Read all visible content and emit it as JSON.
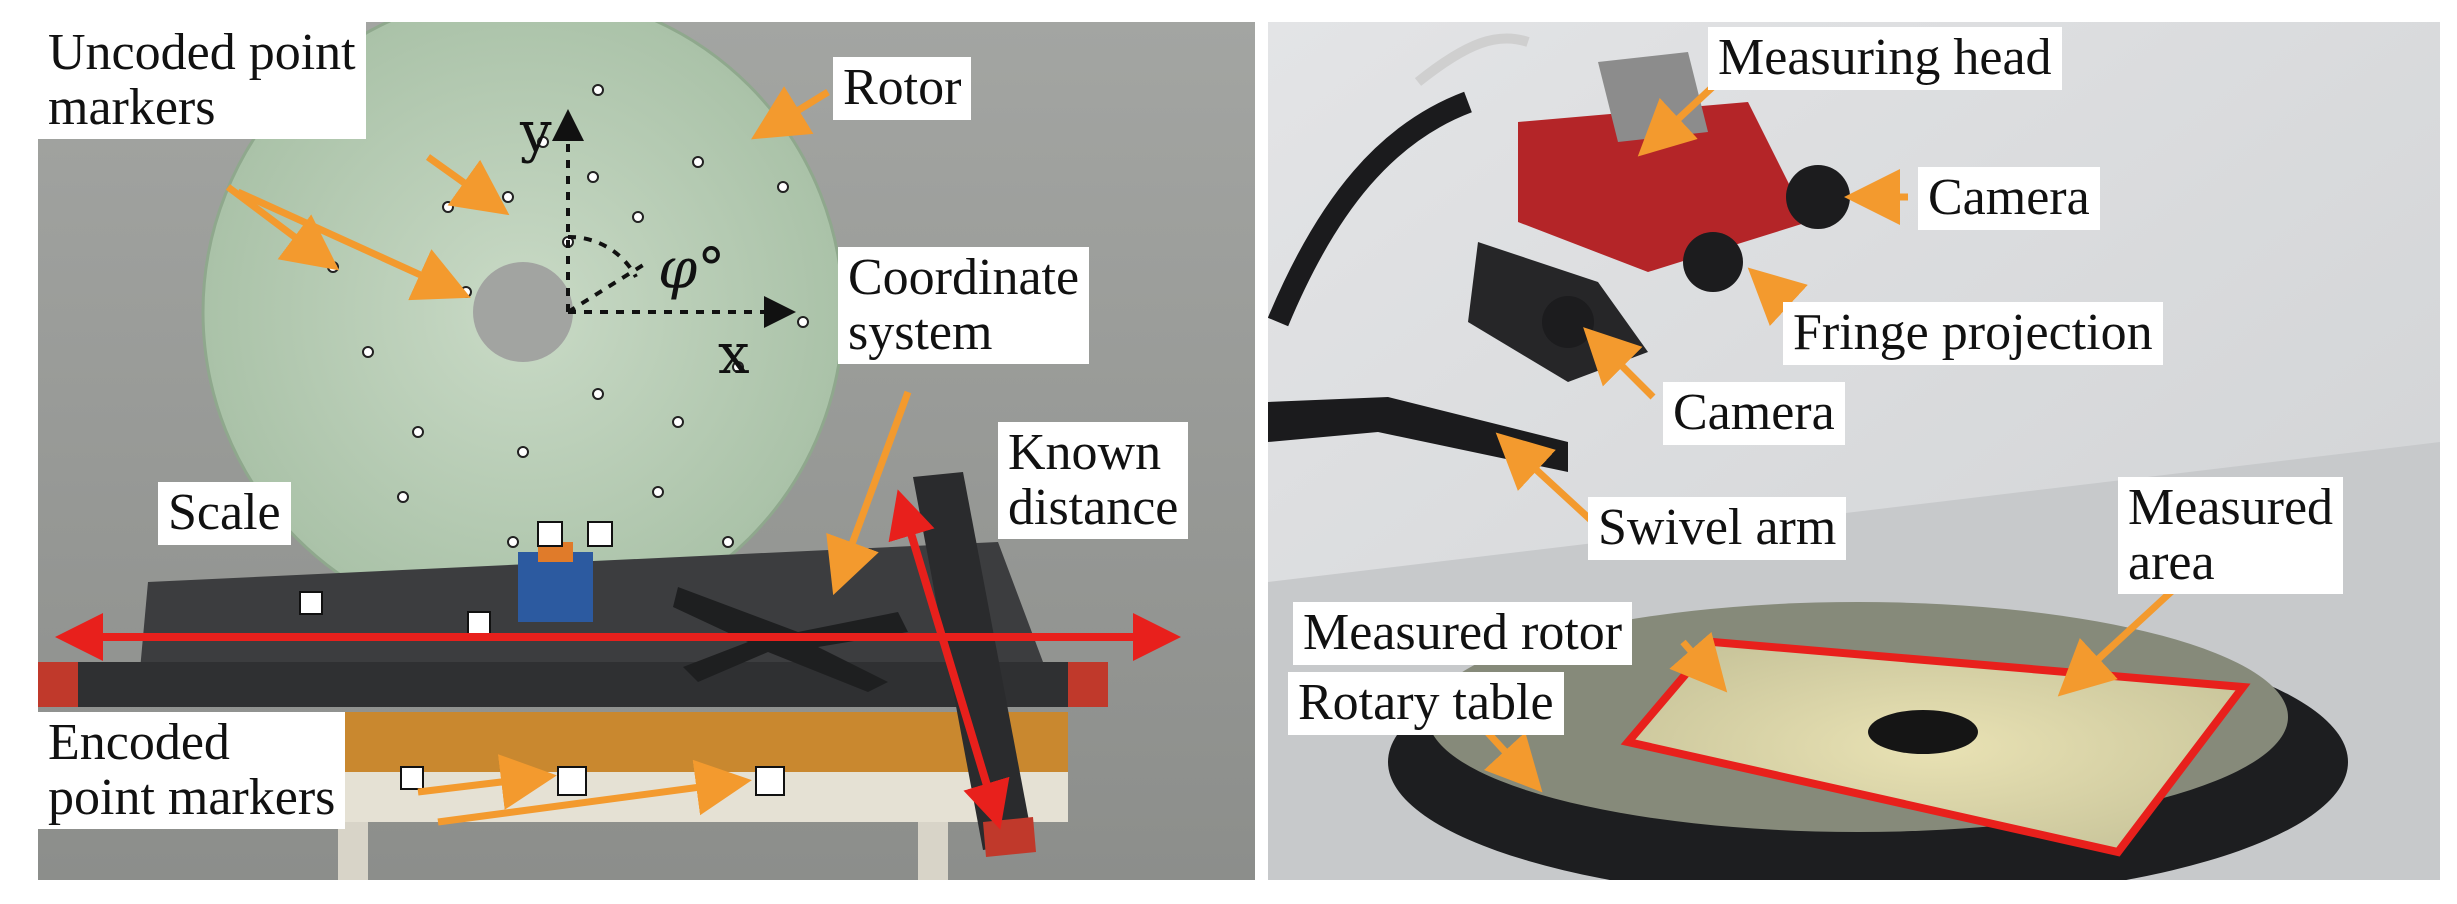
{
  "left_panel": {
    "labels": {
      "uncoded": "Uncoded point\nmarkers",
      "rotor": "Rotor",
      "coordinate_system": "Coordinate\nsystem",
      "scale": "Scale",
      "known_distance": "Known\ndistance",
      "encoded": "Encoded\npoint markers"
    },
    "axes": {
      "y": "y",
      "x": "x",
      "phi": "φ°"
    }
  },
  "right_panel": {
    "labels": {
      "measuring_head": "Measuring head",
      "camera_top": "Camera",
      "fringe_projection": "Fringe projection",
      "camera_bottom": "Camera",
      "swivel_arm": "Swivel arm",
      "measured_area": "Measured\narea",
      "measured_rotor": "Measured rotor",
      "rotary_table": "Rotary table"
    }
  },
  "colors": {
    "arrow_orange": "#f39a2e",
    "arrow_red": "#e8201c",
    "rotor_green": "#b8cdb6",
    "background_grey": "#9a9c99",
    "head_red": "#c0282b"
  }
}
